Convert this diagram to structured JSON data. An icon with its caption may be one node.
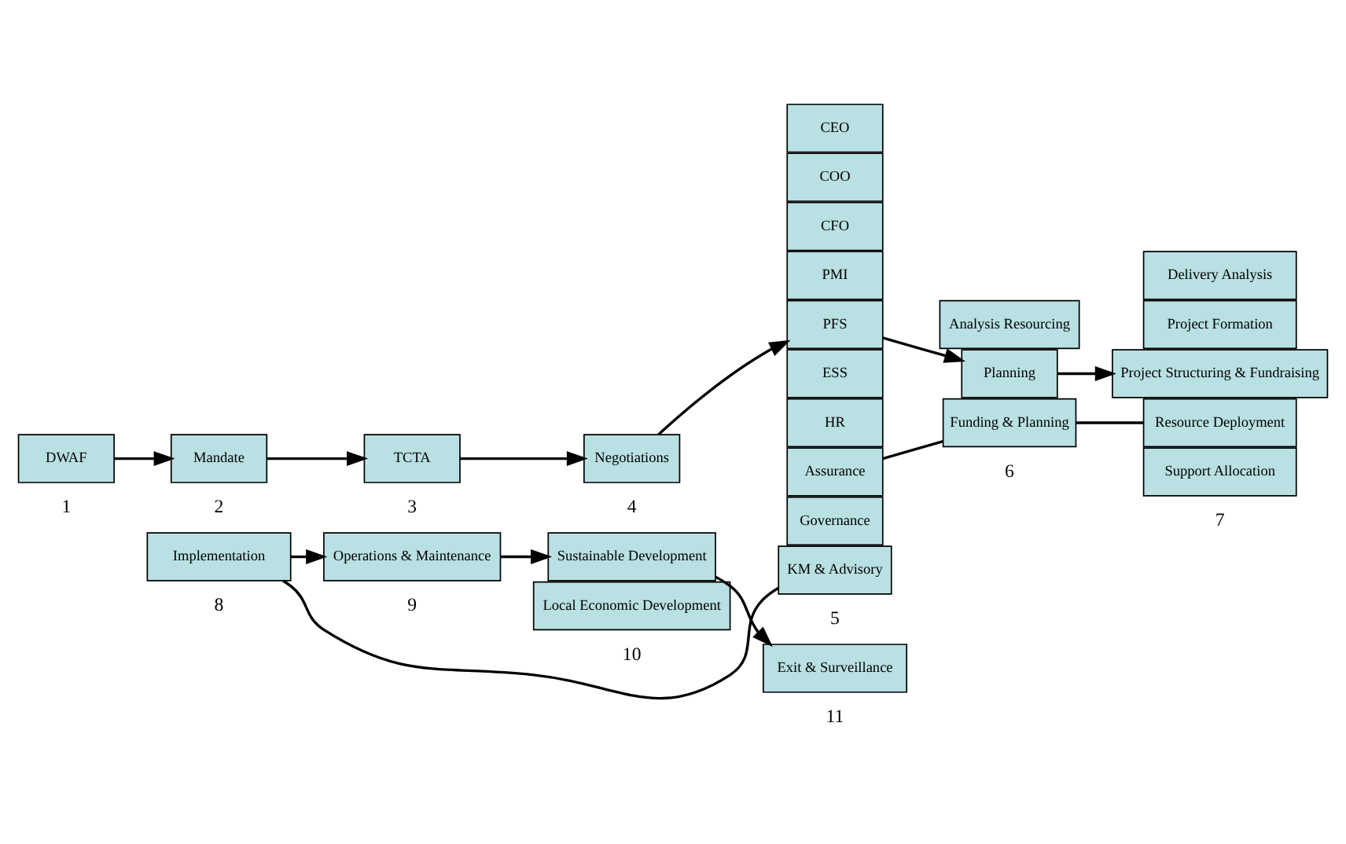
{
  "diagram": {
    "nodes": [
      {
        "text": [
          "DWAF"
        ]
      },
      {
        "text": [
          "Mandate"
        ]
      },
      {
        "text": [
          "TCTA"
        ]
      },
      {
        "text": [
          "Negotiations"
        ]
      },
      {
        "text": [
          "CEO"
        ]
      },
      {
        "text": [
          "COO"
        ]
      },
      {
        "text": [
          "CFO"
        ]
      },
      {
        "text": [
          "PMI"
        ]
      },
      {
        "text": [
          "PFS"
        ]
      },
      {
        "text": [
          "ESS"
        ]
      },
      {
        "text": [
          "HR"
        ]
      },
      {
        "text": [
          "Assurance"
        ]
      },
      {
        "text": [
          "Governance"
        ]
      },
      {
        "text": [
          "KM & Advisory"
        ]
      },
      {
        "text": [
          "Analysis Resourcing"
        ]
      },
      {
        "text": [
          "Planning"
        ]
      },
      {
        "text": [
          "Funding & Planning"
        ]
      },
      {
        "text": [
          "Delivery Analysis"
        ]
      },
      {
        "text": [
          "Project Formation"
        ]
      },
      {
        "text": [
          "Project Structuring & Fundraising"
        ]
      },
      {
        "text": [
          "Resource Deployment"
        ]
      },
      {
        "text": [
          "Support Allocation"
        ]
      },
      {
        "text": [
          "Implementation"
        ]
      },
      {
        "text": [
          "Operations & Maintenance"
        ]
      },
      {
        "text": [
          "Sustainable Development"
        ]
      },
      {
        "text": [
          "Local Economic Development"
        ]
      },
      {
        "text": [
          "Exit & Surveillance"
        ]
      }
    ],
    "edges": [
      {
        "from": 0,
        "to": 1,
        "arrow": "to"
      },
      {
        "from": 1,
        "to": 2,
        "arrow": "to"
      },
      {
        "from": 2,
        "to": 3,
        "arrow": "to"
      },
      {
        "from": 3,
        "to": 8,
        "arrow": "to"
      },
      {
        "from": 8,
        "to": 15,
        "arrow": "to"
      },
      {
        "from": 15,
        "to": 19,
        "arrow": "to"
      },
      {
        "from": 11,
        "to": 16,
        "arrow": "none"
      },
      {
        "from": 16,
        "to": 20,
        "arrow": "none"
      },
      {
        "from": 13,
        "to": 22,
        "arrow": "none"
      },
      {
        "from": 22,
        "to": 23,
        "arrow": "to"
      },
      {
        "from": 23,
        "to": 24,
        "arrow": "to"
      },
      {
        "from": 24,
        "to": 26,
        "arrow": "to"
      }
    ],
    "labels": [
      "1",
      "2",
      "3",
      "4",
      "5",
      "6",
      "7",
      "8",
      "9",
      "10",
      "11"
    ]
  }
}
